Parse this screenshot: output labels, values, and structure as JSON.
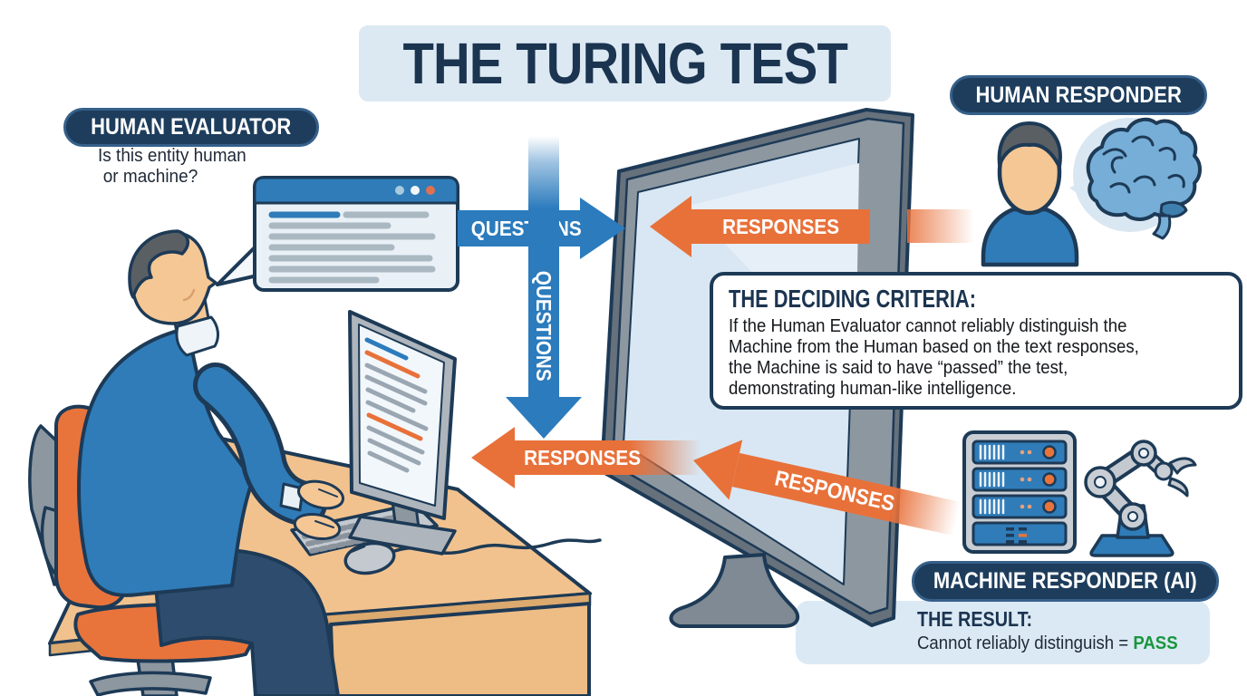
{
  "title": "THE TURING TEST",
  "evaluator": {
    "label": "HUMAN EVALUATOR",
    "question_lines": [
      "Is this entity human",
      "or machine?"
    ]
  },
  "responder": {
    "label": "HUMAN RESPONDER"
  },
  "machine": {
    "label": "MACHINE RESPONDER (AI)"
  },
  "arrows": {
    "questions_top": "QUESTIONS",
    "questions_vertical": "QUESTIONS",
    "responses_top": "RESPONSES",
    "responses_middle": "RESPONSES",
    "responses_lower": "RESPONSES"
  },
  "criteria": {
    "heading": "THE DECIDING CRITERIA:",
    "lines": [
      "If the Human Evaluator cannot reliably distinguish the",
      "Machine from the Human based on the text responses,",
      "the Machine is said to have “passed” the test,",
      "demonstrating human-like intelligence."
    ]
  },
  "result": {
    "heading": "THE RESULT:",
    "prefix": "Cannot reliably distinguish = ",
    "status": "PASS"
  },
  "colors": {
    "navy": "#1d3a56",
    "blue": "#2b7bbd",
    "orange": "#e8713a",
    "panel_blue": "#dbe9f4",
    "green": "#17963c"
  }
}
